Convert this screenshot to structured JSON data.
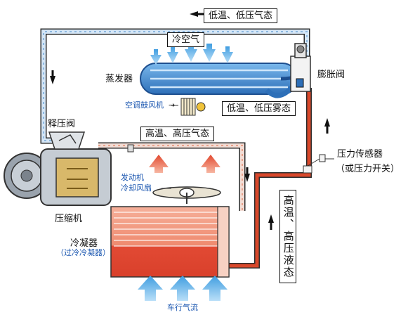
{
  "labels": {
    "low_temp_low_pressure_gas": "低温、低压气态",
    "cold_air": "冷空气",
    "evaporator": "蒸发器",
    "expansion_valve": "膨胀阀",
    "blower_fan": "空调鼓风机",
    "low_temp_low_pressure_mist": "低温、低压雾态",
    "relief_valve": "释压阀",
    "high_temp_high_pressure_gas": "高温、高压气态",
    "pressure_sensor": "压力传感器",
    "pressure_switch": "（或压力开关）",
    "engine_cooling_fan_line1": "发动机",
    "engine_cooling_fan_line2": "冷却风扇",
    "compressor": "压缩机",
    "high_temp_high_pressure_liquid": "高温、高压液态",
    "condenser": "冷凝器",
    "subcooling_condenser": "（过冷冷凝器）",
    "vehicle_airflow": "车行气流"
  },
  "colors": {
    "gas_line": "#cfe3f6",
    "gas_line_border": "#2b2b2b",
    "liquid_line": "#d9482b",
    "condenser_hot": "#e0503a",
    "condenser_warm": "#f3a087",
    "cold_arrow": "#5fb2ea",
    "hot_arrow": "#e85a3a",
    "evaporator": "#3f88d0"
  }
}
